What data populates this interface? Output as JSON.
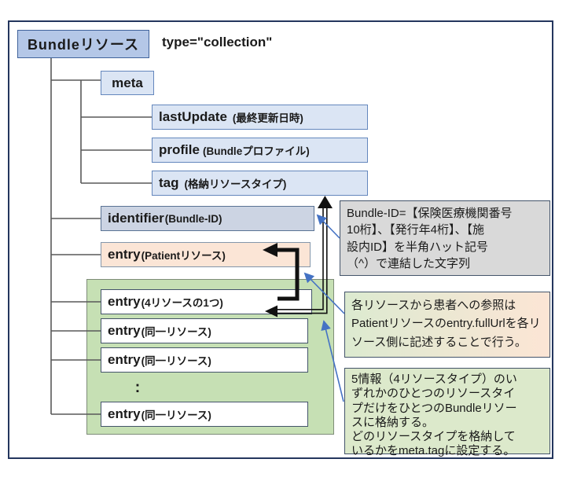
{
  "diagram": {
    "root": {
      "label": "Bundleリソース",
      "type_attr": "type=\"collection\""
    },
    "tree": {
      "meta": {
        "label": "meta"
      },
      "meta_children": [
        {
          "kw": "lastUpdate",
          "note": "(最終更新日時)"
        },
        {
          "kw": "profile",
          "note": "(Bundleプロファイル)"
        },
        {
          "kw": "tag",
          "note": "(格納リソースタイプ)"
        }
      ],
      "identifier": {
        "kw": "identifier",
        "note": "(Bundle-ID)"
      },
      "entry_patient": {
        "kw": "entry",
        "note": "(Patientリソース)"
      },
      "entry_group": {
        "items": [
          {
            "kw": "entry",
            "note": "(4リソースの1つ)"
          },
          {
            "kw": "entry",
            "note": "(同一リソース)"
          },
          {
            "kw": "entry",
            "note": "(同一リソース)"
          },
          {
            "kw": "entry",
            "note": "(同一リソース)"
          }
        ],
        "ellipsis": ":"
      }
    },
    "notes": {
      "bundle_id": "Bundle-ID=【保険医療機関番号\n10桁】、【発行年4桁】、【施\n設内ID】を半角ハット記号\n（^）で連結した文字列",
      "full_url": "各リソースから患者への参照は\nPatientリソースのentry.fullUrlを各リ\nソース側に記述することで行う。",
      "five_info": "5情報（4リソースタイプ）のい\nずれかのひとつのリソースタイ\nプだけをひとつのBundleリソー\nスに格納する。\nどのリソースタイプを格納して\nいるかをmeta.tagに設定する。"
    },
    "colors": {
      "frame_border": "#24365e",
      "box_blue_light": "#dbe5f4",
      "box_blue_medium": "#b4c7e7",
      "box_gray_blue": "#ccd4e3",
      "box_peach": "#fbe5d6",
      "group_green": "#c6e0b4",
      "note_gray": "#d9d9d9",
      "note_green": "#dce9cb",
      "connector_gray": "#595959",
      "arrow_black": "#111111",
      "arrow_blue": "#4472c4"
    }
  }
}
